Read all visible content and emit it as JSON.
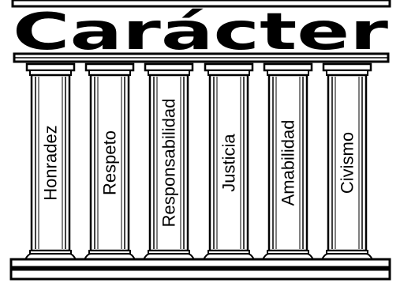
{
  "title": "Carácter",
  "pillars": [
    {
      "label": "Honradez"
    },
    {
      "label": "Respeto"
    },
    {
      "label": "Responsabilidad"
    },
    {
      "label": "Justicia"
    },
    {
      "label": "Amabilidad"
    },
    {
      "label": "Civismo"
    }
  ],
  "colors": {
    "ink": "#000000",
    "paper": "#ffffff"
  }
}
